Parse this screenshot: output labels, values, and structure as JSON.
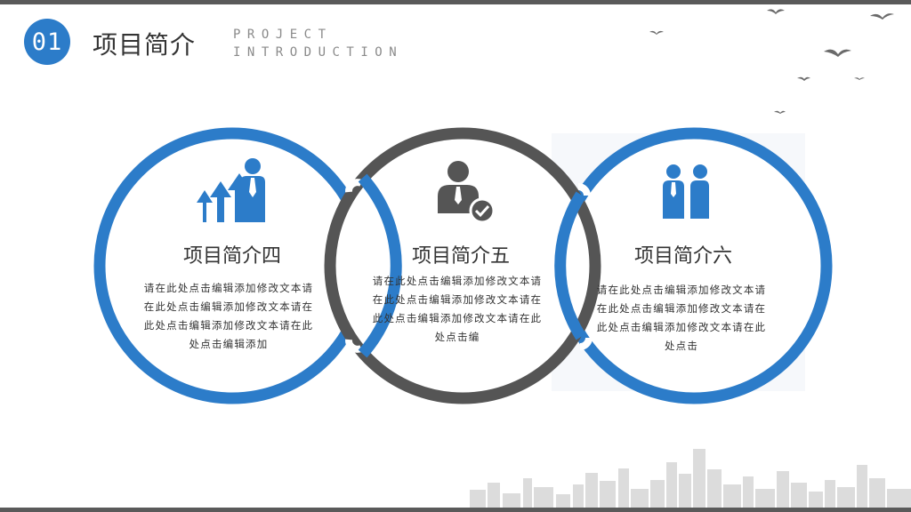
{
  "header": {
    "number": "01",
    "title": "项目简介",
    "subtitle_line1": "PROJECT",
    "subtitle_line2": "INTRODUCTION"
  },
  "cards": [
    {
      "title": "项目简介四",
      "body": "请在此处点击编辑添加修改文本请在此处点击编辑添加修改文本请在此处点击编辑添加修改文本请在此处点击编辑添加",
      "icon": "growth-person-icon",
      "color": "#2c7cc9"
    },
    {
      "title": "项目简介五",
      "body": "请在此处点击编辑添加修改文本请在此处点击编辑添加修改文本请在此处点击编辑添加修改文本请在此处点击编",
      "icon": "approved-person-icon",
      "color": "#555555"
    },
    {
      "title": "项目简介六",
      "body": "请在此处点击编辑添加修改文本请在此处点击编辑添加修改文本请在此处点击编辑添加修改文本请在此处点击",
      "icon": "team-icon",
      "color": "#2c7cc9"
    }
  ],
  "colors": {
    "accent": "#2c7cc9",
    "dark": "#555555",
    "city": "#dcdcdc"
  }
}
